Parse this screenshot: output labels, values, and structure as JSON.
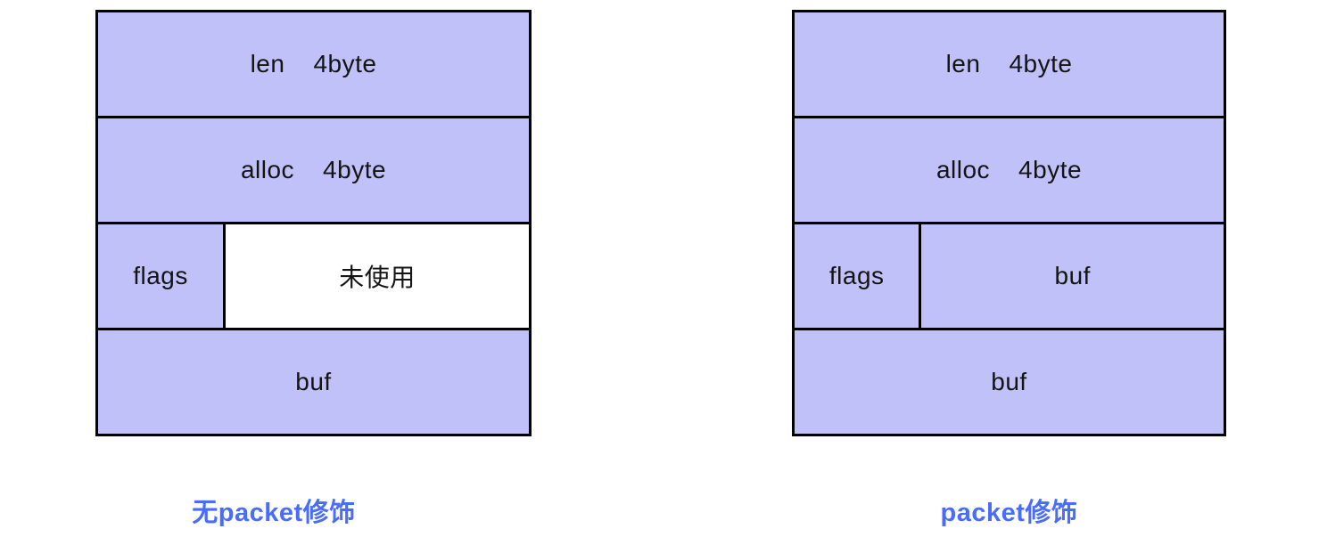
{
  "colors": {
    "cell_fill": "#bfc1f8",
    "unused_fill": "#ffffff",
    "border": "#000000",
    "caption_text": "#4a6cfa"
  },
  "diagrams": [
    {
      "caption": "无packet修饰",
      "rows": [
        {
          "cells": [
            {
              "name": "len",
              "size": "4byte"
            }
          ]
        },
        {
          "cells": [
            {
              "name": "alloc",
              "size": "4byte"
            }
          ]
        },
        {
          "cells": [
            {
              "name": "flags"
            },
            {
              "name": "未使用"
            }
          ]
        },
        {
          "cells": [
            {
              "name": "buf"
            }
          ]
        }
      ]
    },
    {
      "caption": "packet修饰",
      "rows": [
        {
          "cells": [
            {
              "name": "len",
              "size": "4byte"
            }
          ]
        },
        {
          "cells": [
            {
              "name": "alloc",
              "size": "4byte"
            }
          ]
        },
        {
          "cells": [
            {
              "name": "flags"
            },
            {
              "name": "buf"
            }
          ]
        },
        {
          "cells": [
            {
              "name": "buf"
            }
          ]
        }
      ]
    }
  ]
}
